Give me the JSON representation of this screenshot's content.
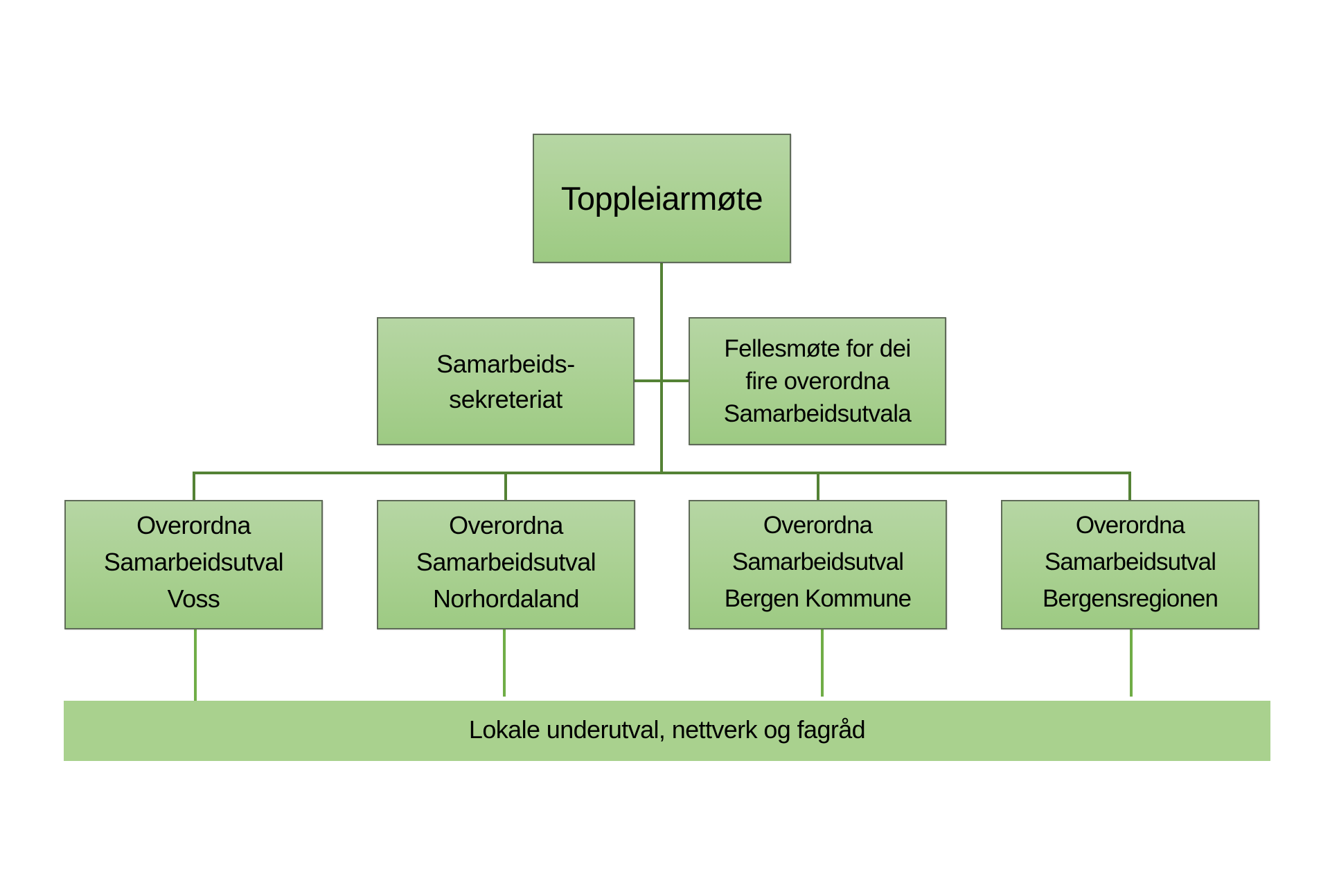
{
  "diagram": {
    "type": "org-chart",
    "colors": {
      "box_fill_top": "#b6d6a4",
      "box_fill_bottom": "#9dca83",
      "box_border": "#5f6b58",
      "connector_dark": "#548235",
      "connector_light": "#70ad47",
      "bar_fill": "#a9d18e",
      "background": "#ffffff"
    },
    "top": {
      "lines": [
        "Toppleiarmøte"
      ]
    },
    "middle": [
      {
        "lines": [
          "Samarbeids-",
          "sekreteriat"
        ]
      },
      {
        "lines": [
          "Fellesmøte for dei",
          "fire overordna",
          "Samarbeidsutvala"
        ]
      }
    ],
    "committees": [
      {
        "lines": [
          "Overordna",
          "Samarbeidsutval",
          "Voss"
        ]
      },
      {
        "lines": [
          "Overordna",
          "Samarbeidsutval",
          "Norhordaland"
        ]
      },
      {
        "lines": [
          "Overordna",
          "Samarbeidsutval",
          "Bergen Kommune"
        ]
      },
      {
        "lines": [
          "Overordna",
          "Samarbeidsutval",
          "Bergensregionen"
        ]
      }
    ],
    "bottom_bar": {
      "label": "Lokale underutval, nettverk og fagråd"
    },
    "edges": [
      [
        "Toppleiarmøte",
        "Samarbeids-sekreteriat"
      ],
      [
        "Toppleiarmøte",
        "Fellesmøte for dei fire overordna Samarbeidsutvala"
      ],
      [
        "Toppleiarmøte",
        "Overordna Samarbeidsutval Voss"
      ],
      [
        "Toppleiarmøte",
        "Overordna Samarbeidsutval Norhordaland"
      ],
      [
        "Toppleiarmøte",
        "Overordna Samarbeidsutval Bergen Kommune"
      ],
      [
        "Toppleiarmøte",
        "Overordna Samarbeidsutval Bergensregionen"
      ],
      [
        "Overordna Samarbeidsutval Voss",
        "Lokale underutval, nettverk og fagråd"
      ],
      [
        "Overordna Samarbeidsutval Norhordaland",
        "Lokale underutval, nettverk og fagråd"
      ],
      [
        "Overordna Samarbeidsutval Bergen Kommune",
        "Lokale underutval, nettverk og fagråd"
      ],
      [
        "Overordna Samarbeidsutval Bergensregionen",
        "Lokale underutval, nettverk og fagråd"
      ]
    ]
  }
}
